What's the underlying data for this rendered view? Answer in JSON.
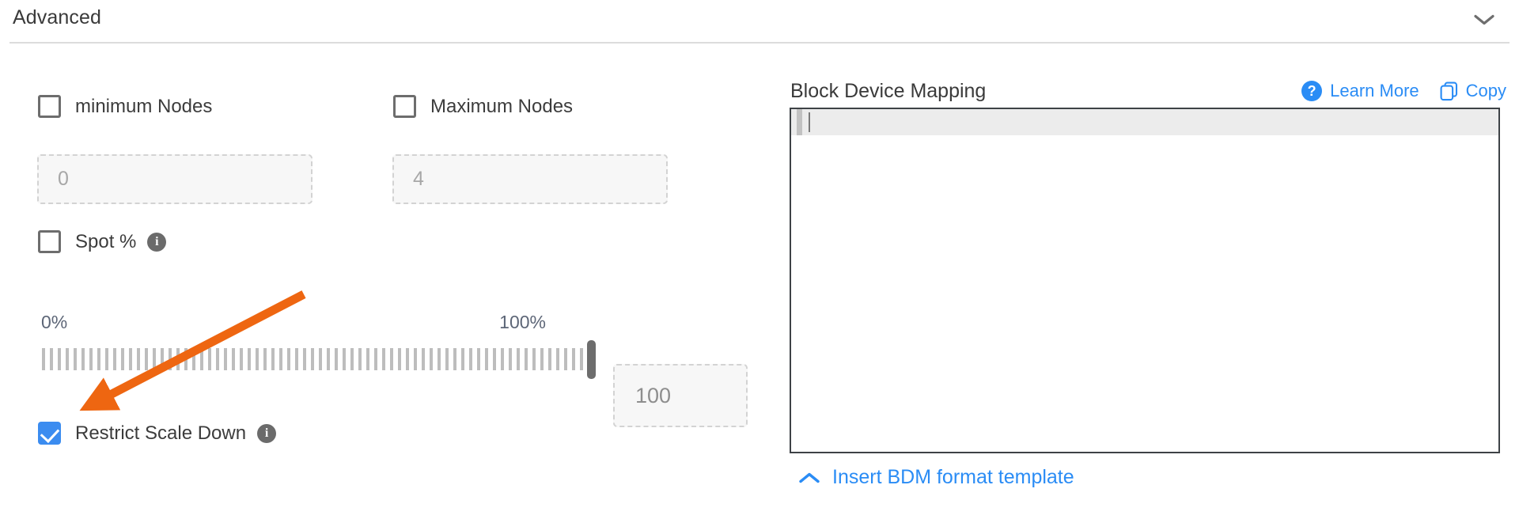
{
  "section": {
    "title": "Advanced",
    "collapse_icon": "chevron-down-icon"
  },
  "left": {
    "min_nodes": {
      "label": "minimum Nodes",
      "checked": false,
      "input_placeholder": "0",
      "input_value": ""
    },
    "max_nodes": {
      "label": "Maximum Nodes",
      "checked": false,
      "input_placeholder": "4",
      "input_value": ""
    },
    "spot": {
      "label": "Spot %",
      "checked": false,
      "info_icon": "info-icon",
      "info_glyph": "i"
    },
    "slider": {
      "min_label": "0%",
      "max_label": "100%",
      "value": 100,
      "value_text": "100",
      "min": 0,
      "max": 100
    },
    "restrict_scale_down": {
      "label": "Restrict Scale Down",
      "checked": true,
      "info_icon": "info-icon",
      "info_glyph": "i"
    }
  },
  "right": {
    "title": "Block Device Mapping",
    "learn_more": {
      "label": "Learn More",
      "icon": "question-circle-icon",
      "icon_glyph": "?"
    },
    "copy": {
      "label": "Copy",
      "icon": "copy-icon"
    },
    "editor": {
      "content": "",
      "active_line": 1
    },
    "insert_template": {
      "label": "Insert BDM format template",
      "icon": "chevron-up-icon"
    }
  },
  "annotation": {
    "type": "arrow",
    "color": "#ee6611",
    "points_to": "restrict-scale-down-checkbox"
  },
  "colors": {
    "link_blue": "#2a8cf5",
    "checkbox_checked": "#3b8cf0",
    "annotation_orange": "#ee6611",
    "text_dark": "#3a3a3a",
    "slider_label": "#5d6677",
    "border_gray": "#6d6d6d"
  }
}
